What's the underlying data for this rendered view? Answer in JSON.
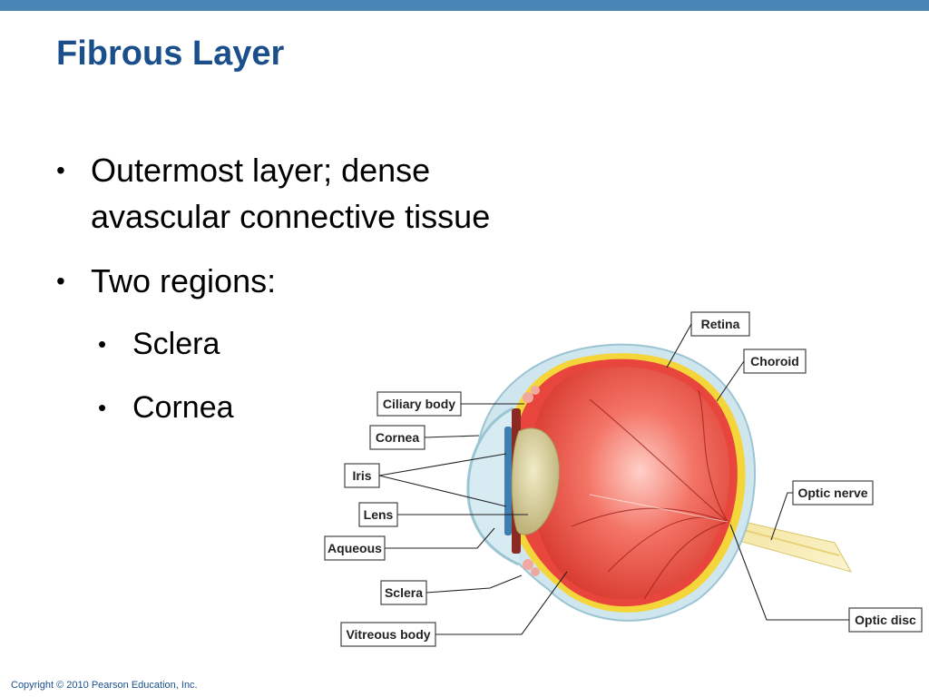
{
  "slide": {
    "title": "Fibrous Layer",
    "bullets": [
      {
        "text": "Outermost layer; dense avascular connective tissue"
      },
      {
        "text": "Two regions:"
      }
    ],
    "subbullets": [
      {
        "text": "Sclera"
      },
      {
        "text": "Cornea"
      }
    ],
    "bullet_char": "•"
  },
  "diagram": {
    "labels": {
      "retina": "Retina",
      "choroid": "Choroid",
      "ciliary_body": "Ciliary body",
      "cornea": "Cornea",
      "iris": "Iris",
      "lens": "Lens",
      "aqueous": "Aqueous",
      "sclera": "Sclera",
      "vitreous_body": "Vitreous body",
      "optic_nerve": "Optic nerve",
      "optic_disc": "Optic disc"
    },
    "colors": {
      "sclera": "#c9e3ec",
      "choroid_yellow": "#f5d63a",
      "retina_red": "#e8453c",
      "vitreous": "#f06a5e",
      "lens": "#d8cf9a",
      "iris_blue": "#3f7fb0",
      "optic_nerve": "#f2e49a"
    }
  },
  "footer": {
    "copyright": "Copyright © 2010 Pearson Education, Inc."
  },
  "theme": {
    "top_bar": "#4a86b5",
    "title_color": "#1a4f8c"
  }
}
